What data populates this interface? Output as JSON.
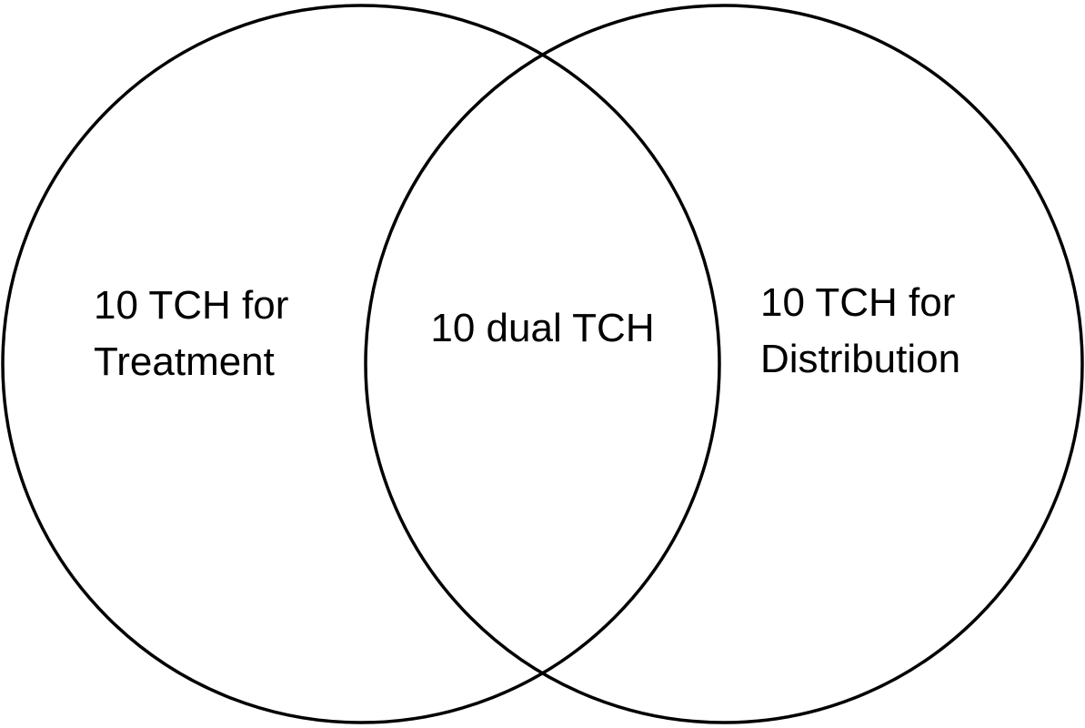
{
  "diagram": {
    "type": "venn",
    "background_color": "#ffffff",
    "stroke_color": "#000000",
    "text_color": "#000000",
    "left_set": {
      "line1": "10 TCH for",
      "line2": "Treatment"
    },
    "overlap": {
      "label": "10 dual TCH"
    },
    "right_set": {
      "line1": "10 TCH for",
      "line2": "Distribution"
    }
  }
}
